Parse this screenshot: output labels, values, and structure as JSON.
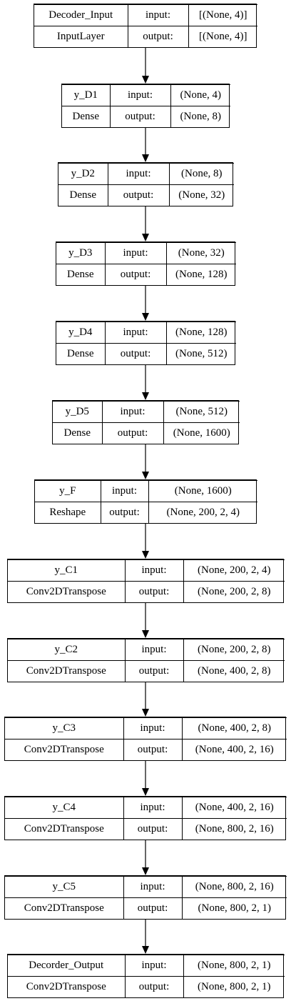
{
  "labels": {
    "input": "input:",
    "output": "output:"
  },
  "layers": [
    {
      "name": "Decoder_Input",
      "type": "InputLayer",
      "input": "[(None, 4)]",
      "output": "[(None, 4)]"
    },
    {
      "name": "y_D1",
      "type": "Dense",
      "input": "(None, 4)",
      "output": "(None, 8)"
    },
    {
      "name": "y_D2",
      "type": "Dense",
      "input": "(None, 8)",
      "output": "(None, 32)"
    },
    {
      "name": "y_D3",
      "type": "Dense",
      "input": "(None, 32)",
      "output": "(None, 128)"
    },
    {
      "name": "y_D4",
      "type": "Dense",
      "input": "(None, 128)",
      "output": "(None, 512)"
    },
    {
      "name": "y_D5",
      "type": "Dense",
      "input": "(None, 512)",
      "output": "(None, 1600)"
    },
    {
      "name": "y_F",
      "type": "Reshape",
      "input": "(None, 1600)",
      "output": "(None, 200, 2, 4)"
    },
    {
      "name": "y_C1",
      "type": "Conv2DTranspose",
      "input": "(None, 200, 2, 4)",
      "output": "(None, 200, 2, 8)"
    },
    {
      "name": "y_C2",
      "type": "Conv2DTranspose",
      "input": "(None, 200, 2, 8)",
      "output": "(None, 400, 2, 8)"
    },
    {
      "name": "y_C3",
      "type": "Conv2DTranspose",
      "input": "(None, 400, 2, 8)",
      "output": "(None, 400, 2, 16)"
    },
    {
      "name": "y_C4",
      "type": "Conv2DTranspose",
      "input": "(None, 400, 2, 16)",
      "output": "(None, 800, 2, 16)"
    },
    {
      "name": "y_C5",
      "type": "Conv2DTranspose",
      "input": "(None, 800, 2, 16)",
      "output": "(None, 800, 2, 1)"
    },
    {
      "name": "Decorder_Output",
      "type": "Conv2DTranspose",
      "input": "(None, 800, 2, 1)",
      "output": "(None, 800, 2, 1)"
    }
  ]
}
